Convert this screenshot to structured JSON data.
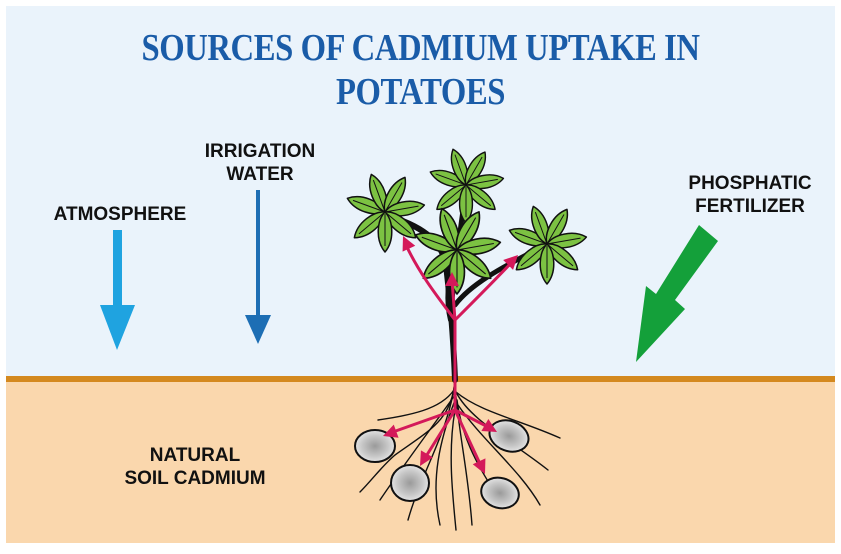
{
  "title": "SOURCES OF CADMIUM UPTAKE IN POTATOES",
  "labels": {
    "atmosphere": "ATMOSPHERE",
    "irrigation_line1": "IRRIGATION",
    "irrigation_line2": "WATER",
    "phosphatic_line1": "PHOSPHATIC",
    "phosphatic_line2": "FERTILIZER",
    "soil_line1": "NATURAL",
    "soil_line2": "SOIL CADMIUM"
  },
  "colors": {
    "sky": "#eaf3fb",
    "soil": "#fad7ad",
    "ground_line": "#d4891f",
    "title": "#1a5ca8",
    "atmosphere_arrow": "#1fa3e0",
    "irrigation_arrow": "#1d6eb4",
    "fertilizer_arrow": "#14a03a",
    "uptake_arrow": "#d4195a",
    "leaf": "#7cc242",
    "stem": "#111111"
  },
  "icons": [
    "down-arrow",
    "diagonal-arrow",
    "potato-tuber",
    "plant-leaf"
  ]
}
